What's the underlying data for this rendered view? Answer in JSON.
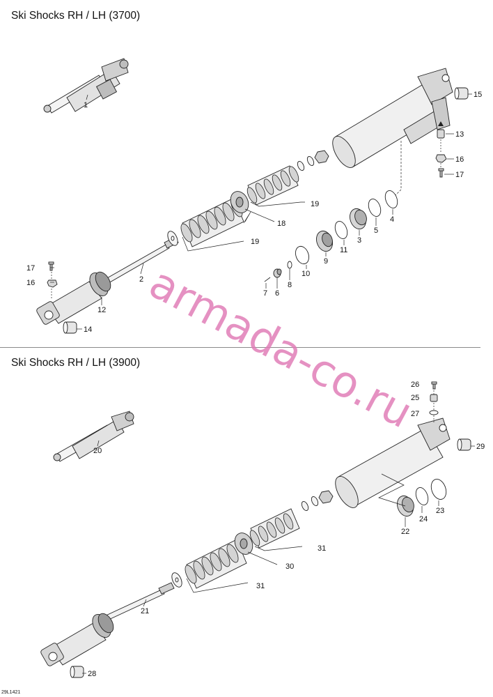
{
  "sections": [
    {
      "title": "Ski Shocks RH / LH (3700)"
    },
    {
      "title": "Ski Shocks RH / LH (3900)"
    }
  ],
  "callouts_top": {
    "c1": "1",
    "c2": "2",
    "c3": "3",
    "c4": "4",
    "c5": "5",
    "c6": "6",
    "c7": "7",
    "c8": "8",
    "c9": "9",
    "c10": "10",
    "c11": "11",
    "c12": "12",
    "c13": "13",
    "c14": "14",
    "c15": "15",
    "c16a": "16",
    "c16b": "16",
    "c17a": "17",
    "c17b": "17",
    "c18": "18",
    "c19a": "19",
    "c19b": "19"
  },
  "callouts_bottom": {
    "c20": "20",
    "c21": "21",
    "c22": "22",
    "c23": "23",
    "c24": "24",
    "c25": "25",
    "c26": "26",
    "c27": "27",
    "c28": "28",
    "c29": "29",
    "c30": "30",
    "c31a": "31",
    "c31b": "31"
  },
  "watermark": "armada-co.ru",
  "diagram_code": "29L1421",
  "colors": {
    "watermark": "#e07ab5",
    "line": "#222222",
    "part_light": "#f2f2f2",
    "part_mid": "#d9d9d9",
    "part_dark": "#9a9a9a"
  }
}
